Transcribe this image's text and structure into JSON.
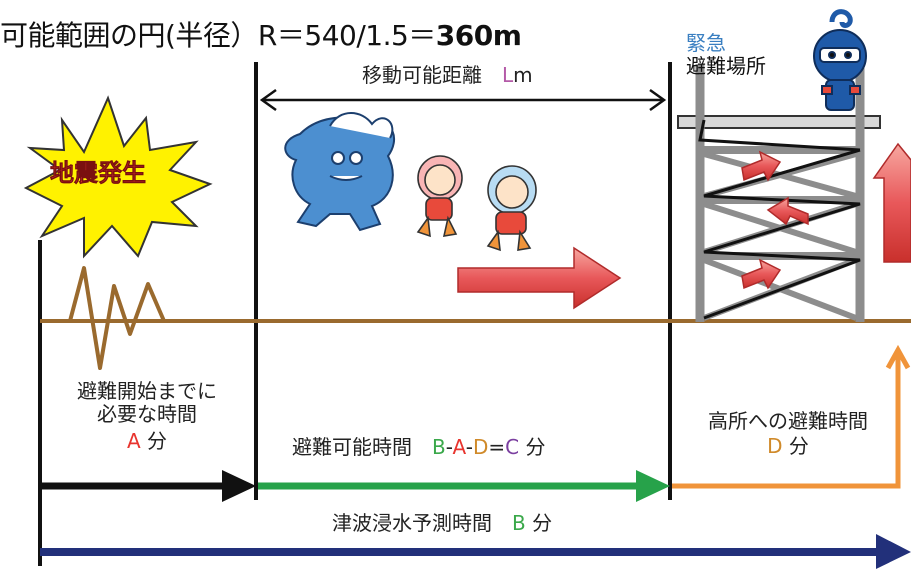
{
  "header": {
    "radius_formula_prefix": "可能範囲の円(半径）R＝540/1.5＝",
    "radius_result": "360m"
  },
  "movable_distance": {
    "prefix": "移動可能距離　",
    "var": "L",
    "unit": "m"
  },
  "shelter": {
    "line1": "緊急",
    "line2": "避難場所"
  },
  "earthquake_burst": "地震発生",
  "prep_time": {
    "line1": "避難開始までに",
    "line2": "必要な時間",
    "var": "A",
    "unit": "分"
  },
  "evac_time": {
    "label": "避難可能時間　",
    "B": "B",
    "A": "A",
    "D": "D",
    "C": "C",
    "dash": "-",
    "eq": "=",
    "unit": " 分"
  },
  "high_place_time": {
    "label": "高所への避難時間",
    "var": "D",
    "unit": "分"
  },
  "tsunami_time": {
    "label": "津波浸水予測時間　",
    "var": "B",
    "unit": "分"
  },
  "colors": {
    "A": "#e8342e",
    "B": "#3aa84a",
    "C": "#7b3fa0",
    "D": "#d08a2a",
    "L": "#b45aa8",
    "shelter_label": "#3a7fc1",
    "ground": "#9a6a2e",
    "arrow_black": "#111111",
    "arrow_green": "#27a24a",
    "arrow_orange": "#f0943a",
    "arrow_blue": "#22307a",
    "red_arrow": "#e8585a"
  }
}
